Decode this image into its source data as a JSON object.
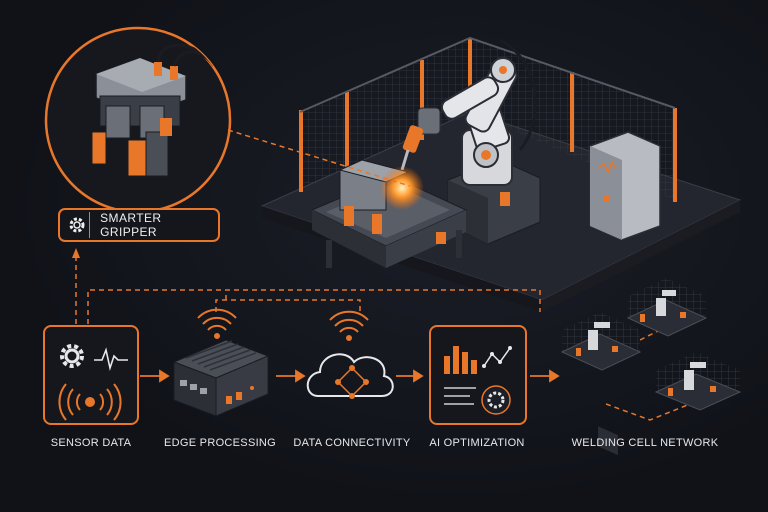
{
  "gripper_tag": {
    "label": "SMARTER GRIPPER",
    "icon": "gear-icon"
  },
  "stages": [
    {
      "label": "SENSOR DATA",
      "icon": "sensor-icon"
    },
    {
      "label": "EDGE PROCESSING",
      "icon": "edge-device-icon"
    },
    {
      "label": "DATA CONNECTIVITY",
      "icon": "cloud-network-icon"
    },
    {
      "label": "AI OPTIMIZATION",
      "icon": "analytics-dashboard-icon"
    },
    {
      "label": "WELDING CELL NETWORK",
      "icon": "welding-cells-icon"
    }
  ],
  "colors": {
    "accent": "#e8772a",
    "background": "#0f1116",
    "metal": "#8a8f98",
    "dark": "#2a2d35",
    "text": "#e8e8ea"
  }
}
